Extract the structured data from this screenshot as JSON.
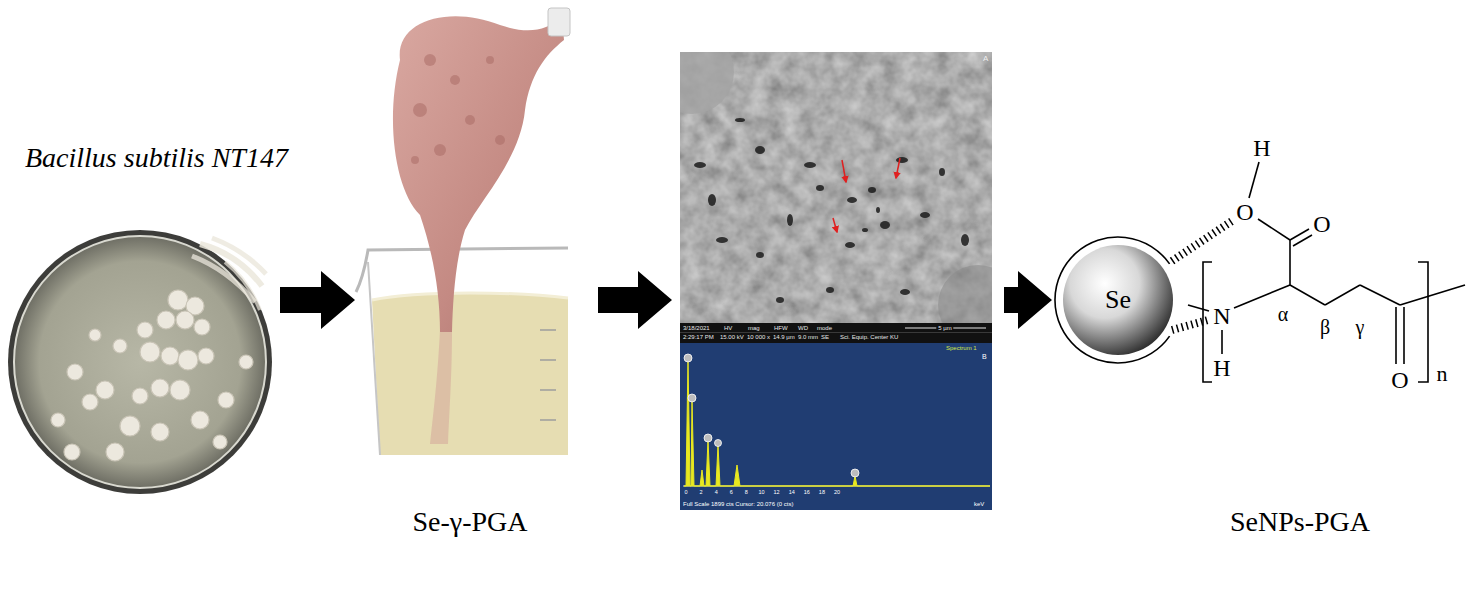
{
  "diagram": {
    "nodes": [
      {
        "text": [
          "Bacillus subtilis NT147"
        ]
      },
      {
        "text": [
          "Se-γ-PGA"
        ]
      },
      {
        "text": [
          "A",
          "3/18/2021",
          "HV",
          "mag",
          "HFW",
          "WD",
          "mode",
          "5 µm",
          "2:29:17 PM",
          "15.00 kV",
          "10 000 x",
          "14.9 µm",
          "9.0 mm",
          "SE",
          "Sci. Equip. Center KU",
          "Spectrum 1",
          "B",
          "0",
          "2",
          "4",
          "6",
          "8",
          "10",
          "12",
          "14",
          "16",
          "18",
          "20",
          "keV",
          "Full Scale 1899 cts Cursor: 20.076 (0 cts)"
        ]
      },
      {
        "text": [
          "SeNPs-PGA"
        ]
      }
    ],
    "edges": [
      {
        "from": 0,
        "to": 1,
        "arrow": "to"
      },
      {
        "from": 1,
        "to": 2,
        "arrow": "to"
      },
      {
        "from": 2,
        "to": 3,
        "arrow": "to"
      }
    ],
    "labels": [
      "Se",
      "H",
      "O",
      "O",
      "N",
      "H",
      "α",
      "β",
      "γ",
      "O",
      "n"
    ]
  }
}
